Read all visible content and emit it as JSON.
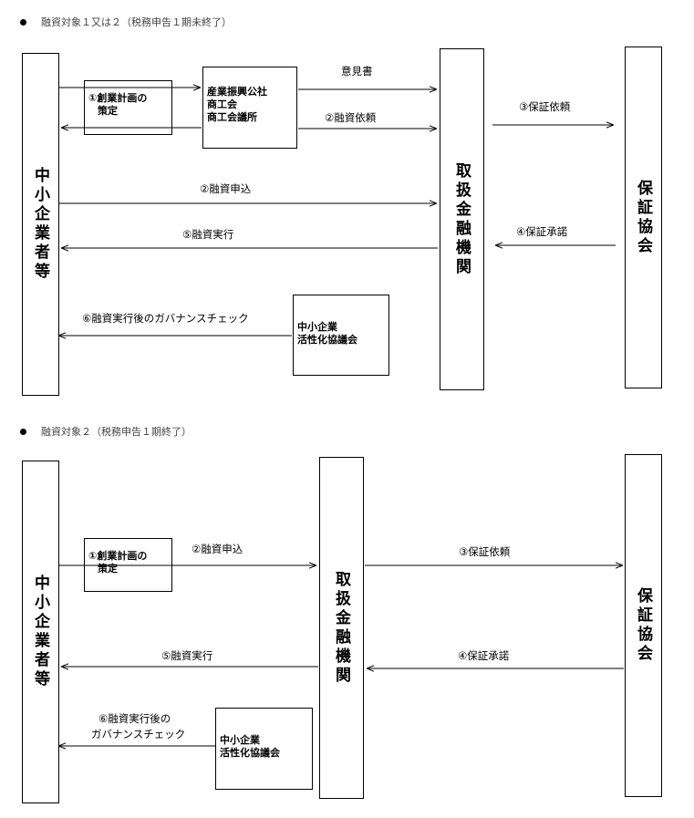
{
  "section1": {
    "title": "融資対象１又は２（税務申告１期未終了）",
    "sme": "中小企業者等",
    "bank": "取扱金融機関",
    "guarantee": "保証協会",
    "plan_line1": "①創業計画の",
    "plan_line2": "策定",
    "support_line1": "産業振興公社",
    "support_line2": "商工会",
    "support_line3": "商工会議所",
    "council_line1": "中小企業",
    "council_line2": "活性化協議会",
    "label_opinion": "意見書",
    "label_loan_request": "②融資依頼",
    "label_guarantee_request": "③保証依頼",
    "label_loan_application": "②融資申込",
    "label_guarantee_approval": "④保証承諾",
    "label_loan_execution": "⑤融資実行",
    "label_governance": "⑥融資実行後のガバナンスチェック"
  },
  "section2": {
    "title": "融資対象２（税務申告１期終了）",
    "sme": "中小企業者等",
    "bank": "取扱金融機関",
    "guarantee": "保証協会",
    "plan_line1": "①創業計画の",
    "plan_line2": "策定",
    "council_line1": "中小企業",
    "council_line2": "活性化協議会",
    "label_loan_application": "②融資申込",
    "label_guarantee_request": "③保証依頼",
    "label_guarantee_approval": "④保証承諾",
    "label_loan_execution": "⑤融資実行",
    "label_governance_line1": "⑥融資実行後の",
    "label_governance_line2": "ガバナンスチェック"
  }
}
